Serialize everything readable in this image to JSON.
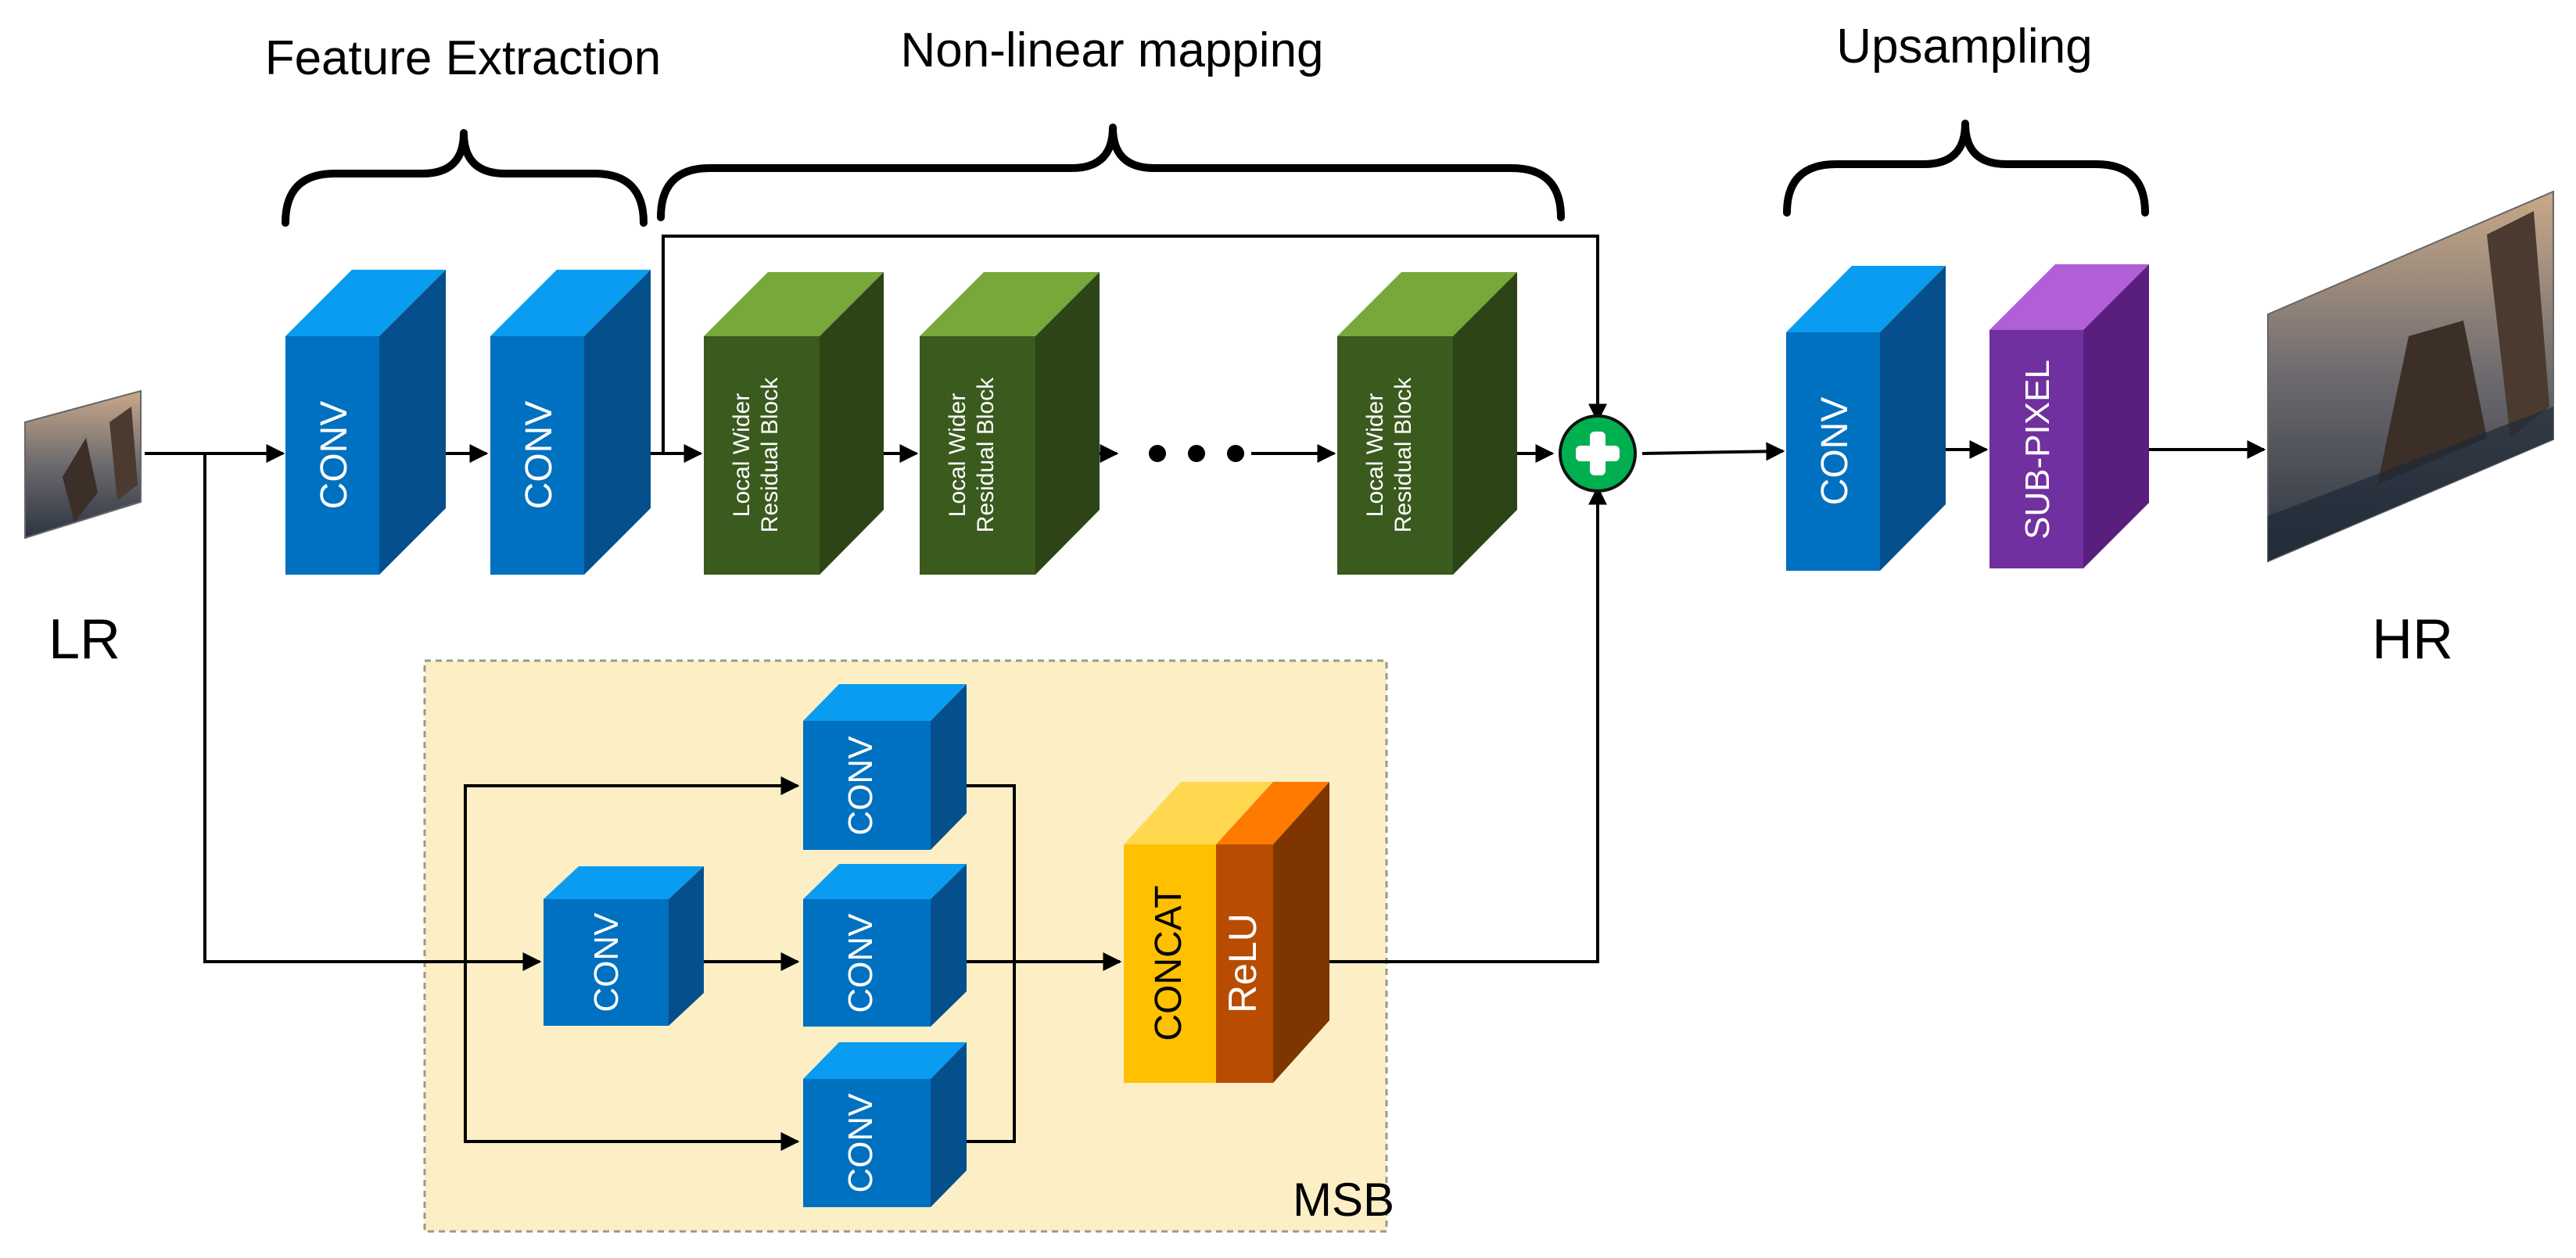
{
  "headers": {
    "feature_extraction": "Feature Extraction",
    "nonlinear_mapping": "Non-linear mapping",
    "upsampling": "Upsampling"
  },
  "io": {
    "lr": "LR",
    "hr": "HR"
  },
  "blocks": {
    "conv": "CONV",
    "lwrb_line1": "Local Wider",
    "lwrb_line2": "Residual Block",
    "subpixel": "SUB-PIXEL",
    "concat": "CONCAT",
    "relu": "ReLU"
  },
  "msb_label": "MSB",
  "colors": {
    "conv_front": "#0070c0",
    "conv_top": "#0a9cf0",
    "conv_side": "#05508c",
    "lwrb_front": "#3a5a1e",
    "lwrb_top": "#78a83a",
    "lwrb_side": "#2c4416",
    "subpixel_front": "#7030a0",
    "subpixel_top": "#b15fd6",
    "subpixel_side": "#5a1f7e",
    "concat_front": "#ffc000",
    "concat_top": "#ffd850",
    "relu_front": "#b84c00",
    "relu_top": "#ff7a00",
    "relu_side": "#7f3500",
    "adder": "#00b050",
    "msb_fill": "#fcefc6"
  }
}
